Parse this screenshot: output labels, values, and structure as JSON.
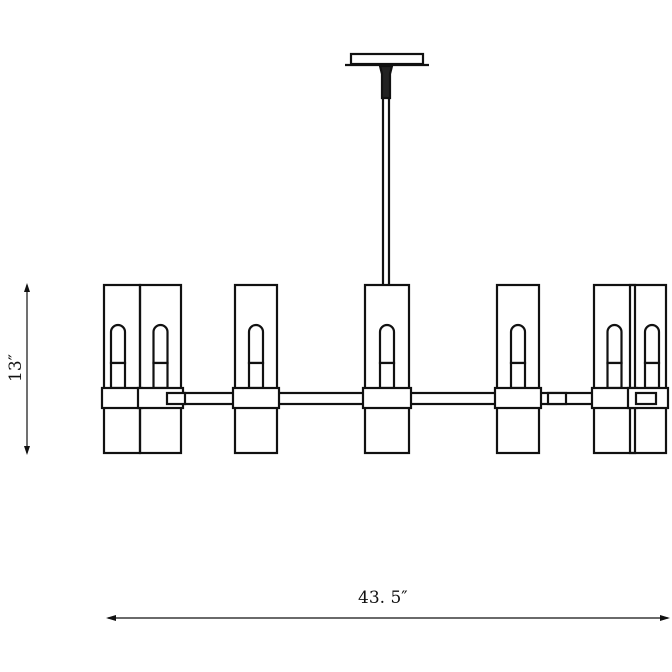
{
  "drawing": {
    "subject": "chandelier",
    "dimensions": {
      "height_label": "13″",
      "width_label": "43. 5″"
    },
    "line_color": "#111111"
  }
}
